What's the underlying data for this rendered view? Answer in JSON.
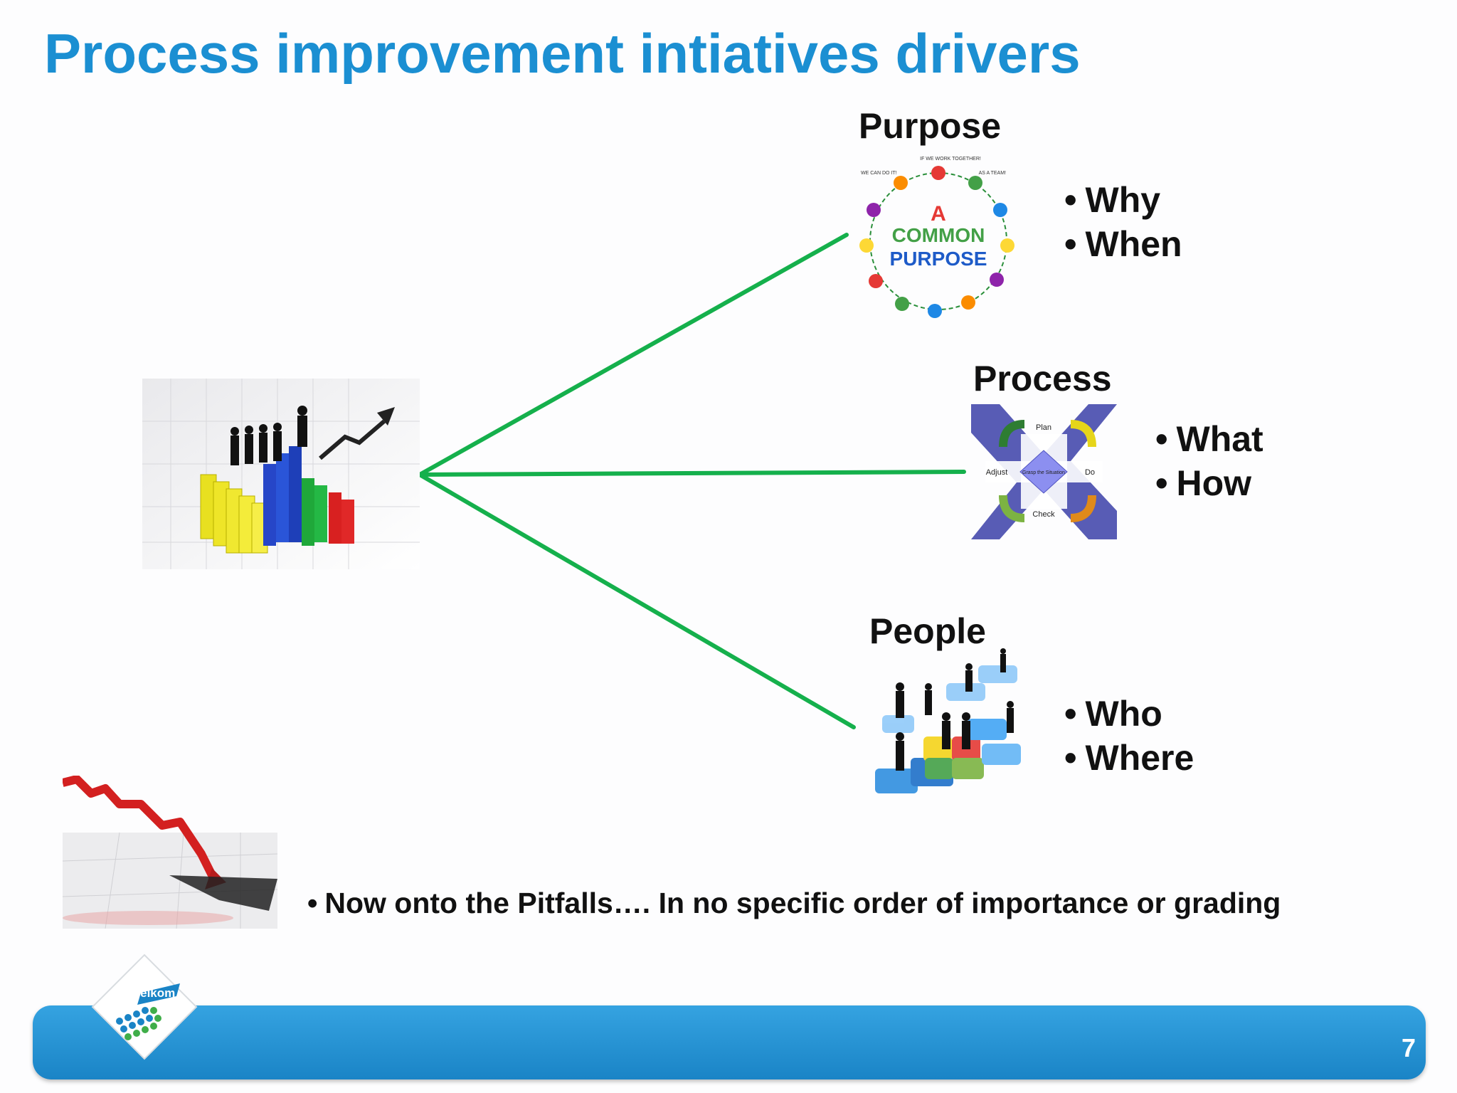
{
  "slide": {
    "title": "Process improvement intiatives drivers",
    "page_number": "7"
  },
  "nodes": {
    "purpose": {
      "label": "Purpose",
      "bullets": [
        "Why",
        "When"
      ],
      "image_text": [
        "A",
        "COMMON",
        "PURPOSE",
        "IF WE WORK TOGETHER!",
        "WE CAN DO IT!",
        "AS A TEAM!"
      ]
    },
    "process": {
      "label": "Process",
      "bullets": [
        "What",
        "How"
      ],
      "cycle": {
        "top": "Plan",
        "right": "Do",
        "bottom": "Check",
        "left": "Adjust",
        "center": "Grasp the Situation"
      }
    },
    "people": {
      "label": "People",
      "bullets": [
        "Who",
        "Where"
      ]
    }
  },
  "note": {
    "text": "Now onto the Pitfalls…. In no specific order of importance or grading"
  },
  "logo": {
    "text": "Telkom"
  },
  "colors": {
    "title": "#1b8fd2",
    "connector": "#15b04c",
    "footer": "#1a84c6"
  }
}
